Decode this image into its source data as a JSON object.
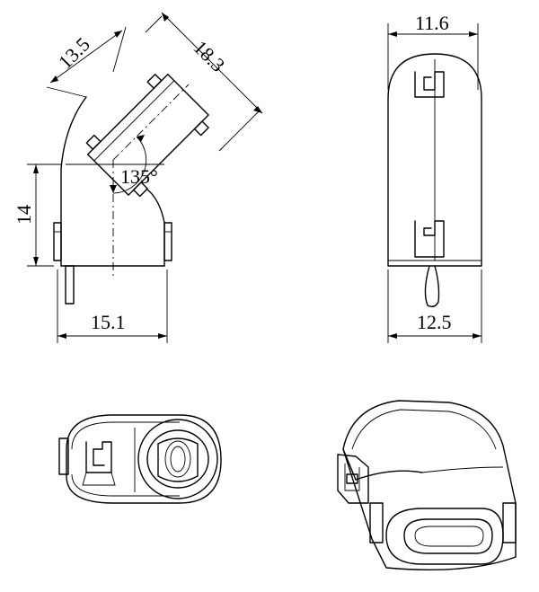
{
  "dimensions": {
    "front_top_width": "13.5",
    "front_diagonal_length": "18.3",
    "angle": "135°",
    "front_height": "14",
    "front_base_width": "15.1",
    "side_top_width": "11.6",
    "side_base_width": "12.5"
  }
}
